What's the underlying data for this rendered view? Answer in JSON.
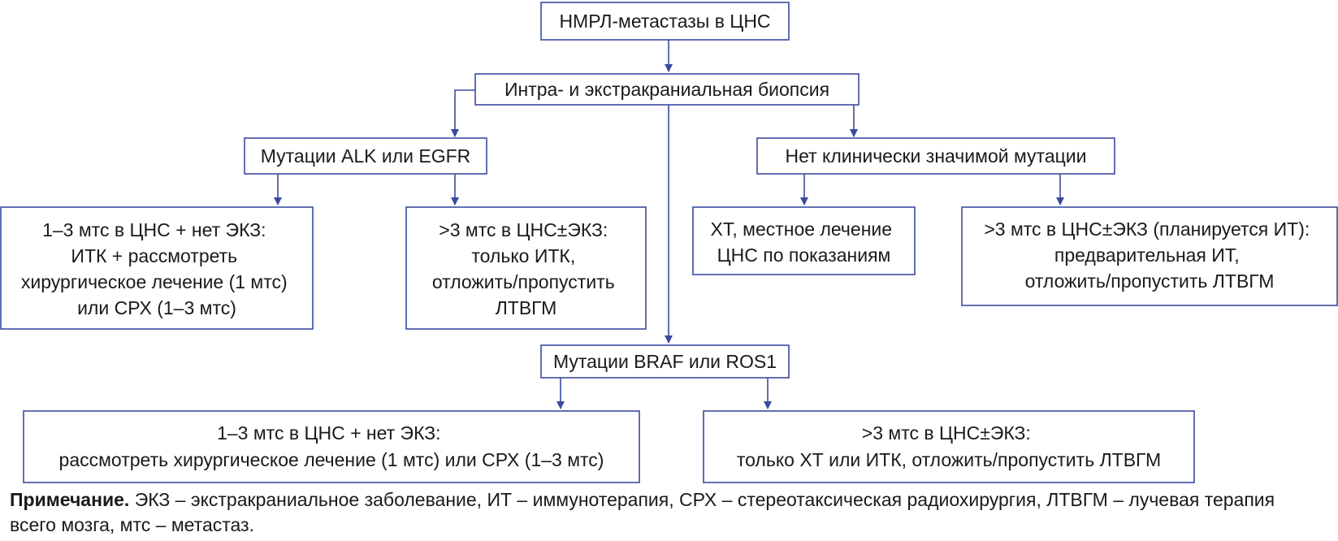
{
  "nodes": {
    "root": [
      "НМРЛ-метастазы в ЦНС"
    ],
    "biopsy": [
      "Интра- и экстракраниальная биопсия"
    ],
    "alk_egfr": [
      "Мутации ALK или EGFR"
    ],
    "no_mutation": [
      "Нет клинически значимой мутации"
    ],
    "alk_few": [
      "1–3 мтс в ЦНС + нет ЭКЗ:",
      "ИТК + рассмотреть",
      "хирургическое лечение (1 мтс)",
      "или СРХ (1–3 мтс)"
    ],
    "alk_many": [
      ">3 мтс в ЦНС±ЭКЗ:",
      "только ИТК,",
      "отложить/пропустить",
      "ЛТВГМ"
    ],
    "nomut_local": [
      "ХТ, местное лечение",
      "ЦНС по показаниям"
    ],
    "nomut_many": [
      ">3 мтс в ЦНС±ЭКЗ (планируется ИТ):",
      "предварительная ИТ,",
      "отложить/пропустить ЛТВГМ"
    ],
    "braf_ros1": [
      "Мутации BRAF или ROS1"
    ],
    "braf_few": [
      "1–3 мтс в ЦНС + нет ЭКЗ:",
      "рассмотреть хирургическое лечение (1 мтс) или СРХ (1–3 мтс)"
    ],
    "braf_many": [
      ">3 мтс в ЦНС±ЭКЗ:",
      "только ХТ или ИТК, отложить/пропустить ЛТВГМ"
    ]
  },
  "note": {
    "label": "Примечание.",
    "text": " ЭКЗ – экстракраниальное заболевание, ИТ – иммунотерапия, СРХ – стереотаксическая радиохирургия, ЛТВГМ – лучевая терапия всего мозга, мтс – метастаз."
  },
  "colors": {
    "stroke": "#3b4aa0",
    "text": "#1a1a1a"
  }
}
